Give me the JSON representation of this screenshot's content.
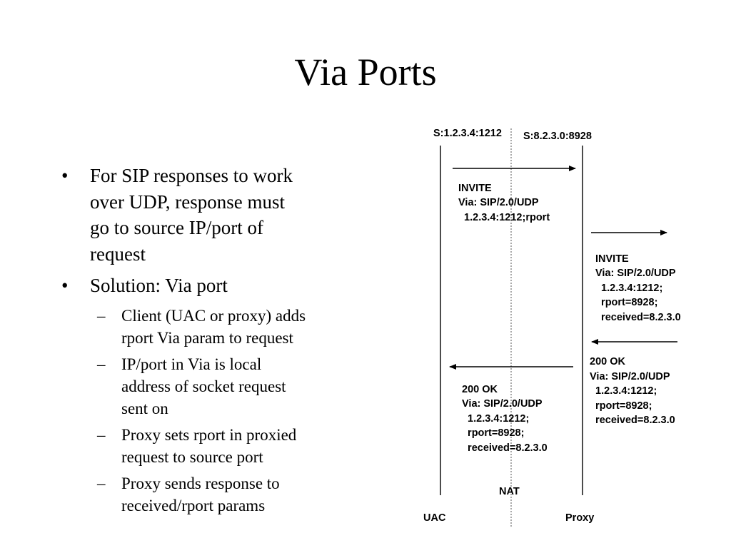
{
  "slide": {
    "title": "Via Ports",
    "bullets": [
      {
        "marker": "•",
        "text_lines": [
          "For SIP responses to work",
          "over UDP, response must",
          "go to source IP/port of",
          "request"
        ]
      },
      {
        "marker": "•",
        "text_lines": [
          "Solution: Via port"
        ]
      }
    ],
    "sub_bullets": [
      {
        "marker": "–",
        "text_lines": [
          "Client (UAC or proxy) adds",
          "rport Via param to request"
        ]
      },
      {
        "marker": "–",
        "text_lines": [
          "IP/port in Via is local",
          "address of socket request",
          "sent on"
        ]
      },
      {
        "marker": "–",
        "text_lines": [
          "Proxy sets rport in proxied",
          "request to source port"
        ]
      },
      {
        "marker": "–",
        "text_lines": [
          "Proxy sends response to",
          "received/rport params"
        ]
      }
    ]
  },
  "diagram": {
    "source_labels": {
      "uac_side": "S:1.2.3.4:1212",
      "proxy_side": "S:8.2.3.0:8928"
    },
    "nodes": {
      "uac": "UAC",
      "nat": "NAT",
      "proxy": "Proxy"
    },
    "messages": {
      "invite_from_uac": [
        "INVITE",
        "Via: SIP/2.0/UDP",
        "  1.2.3.4:1212;rport"
      ],
      "invite_from_proxy": [
        "INVITE",
        "Via: SIP/2.0/UDP",
        "  1.2.3.4:1212;",
        "  rport=8928;",
        "  received=8.2.3.0"
      ],
      "ok_to_proxy": [
        "200 OK",
        "Via: SIP/2.0/UDP",
        "  1.2.3.4:1212;",
        "  rport=8928;",
        "  received=8.2.3.0"
      ],
      "ok_to_uac": [
        "200 OK",
        "Via: SIP/2.0/UDP",
        "  1.2.3.4:1212;",
        "  rport=8928;",
        "  received=8.2.3.0"
      ]
    }
  }
}
